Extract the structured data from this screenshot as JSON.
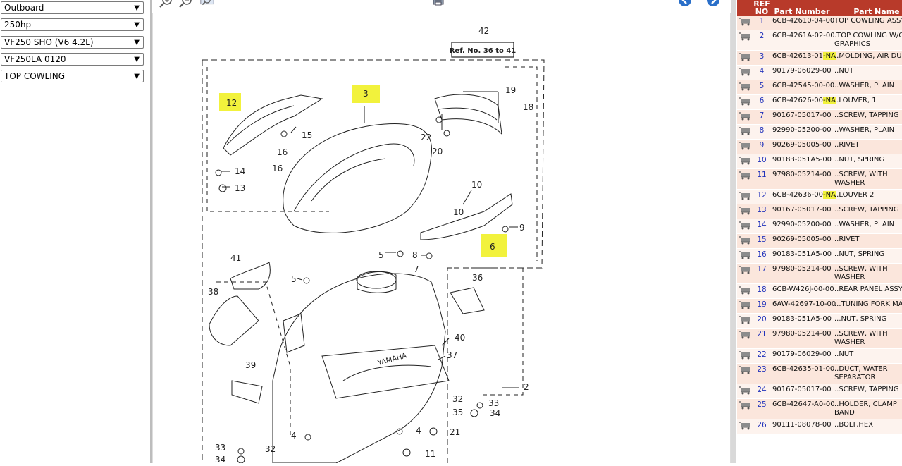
{
  "selects": [
    {
      "value": "Outboard"
    },
    {
      "value": "250hp"
    },
    {
      "value": "VF250 SHO (V6 4.2L)"
    },
    {
      "value": "VF250LA 0120"
    },
    {
      "value": "TOP COWLING"
    }
  ],
  "diagram": {
    "ref_label": "Ref. No. 36 to 41",
    "callouts": [
      "42",
      "12",
      "3",
      "19",
      "18",
      "15",
      "22",
      "16",
      "20",
      "16",
      "14",
      "13",
      "10",
      "10",
      "9",
      "6",
      "5",
      "8",
      "7",
      "41",
      "5",
      "36",
      "38",
      "40",
      "37",
      "39",
      "2",
      "32",
      "33",
      "34",
      "35",
      "4",
      "21",
      "11",
      "33",
      "32",
      "34",
      "4"
    ]
  },
  "table": {
    "headers": {
      "ref": "REF NO",
      "part_number": "Part Number",
      "part_name": "Part Name"
    },
    "rows": [
      {
        "ref": "1",
        "pn": "6CB-42610-04-00",
        "pn_suffix": "",
        "name": "TOP COWLING ASSY"
      },
      {
        "ref": "2",
        "pn": "6CB-4261A-02-00",
        "pn_suffix": "",
        "name": ".TOP COWLING W/O GRAPHICS"
      },
      {
        "ref": "3",
        "pn": "6CB-42613-01",
        "pn_suffix": "-NA",
        "name": "..MOLDING, AIR DUCT"
      },
      {
        "ref": "4",
        "pn": "90179-06029-00",
        "pn_suffix": "",
        "name": "..NUT"
      },
      {
        "ref": "5",
        "pn": "6CB-42545-00-00",
        "pn_suffix": "",
        "name": "..WASHER, PLAIN"
      },
      {
        "ref": "6",
        "pn": "6CB-42626-00",
        "pn_suffix": "-NA",
        "name": "..LOUVER, 1"
      },
      {
        "ref": "7",
        "pn": "90167-05017-00",
        "pn_suffix": "",
        "name": "..SCREW, TAPPING"
      },
      {
        "ref": "8",
        "pn": "92990-05200-00",
        "pn_suffix": "",
        "name": "..WASHER, PLAIN"
      },
      {
        "ref": "9",
        "pn": "90269-05005-00",
        "pn_suffix": "",
        "name": "..RIVET"
      },
      {
        "ref": "10",
        "pn": "90183-051A5-00",
        "pn_suffix": "",
        "name": "..NUT, SPRING"
      },
      {
        "ref": "11",
        "pn": "97980-05214-00",
        "pn_suffix": "",
        "name": "..SCREW, WITH WASHER"
      },
      {
        "ref": "12",
        "pn": "6CB-42636-00",
        "pn_suffix": "-NA",
        "name": "..LOUVER 2"
      },
      {
        "ref": "13",
        "pn": "90167-05017-00",
        "pn_suffix": "",
        "name": "..SCREW, TAPPING"
      },
      {
        "ref": "14",
        "pn": "92990-05200-00",
        "pn_suffix": "",
        "name": "..WASHER, PLAIN"
      },
      {
        "ref": "15",
        "pn": "90269-05005-00",
        "pn_suffix": "",
        "name": "..RIVET"
      },
      {
        "ref": "16",
        "pn": "90183-051A5-00",
        "pn_suffix": "",
        "name": "..NUT, SPRING"
      },
      {
        "ref": "17",
        "pn": "97980-05214-00",
        "pn_suffix": "",
        "name": "..SCREW, WITH WASHER"
      },
      {
        "ref": "18",
        "pn": "6CB-W426J-00-00",
        "pn_suffix": "",
        "name": "..REAR PANEL ASSY"
      },
      {
        "ref": "19",
        "pn": "6AW-42697-10-00",
        "pn_suffix": "",
        "name": "...TUNING FORK MARK"
      },
      {
        "ref": "20",
        "pn": "90183-051A5-00",
        "pn_suffix": "",
        "name": "...NUT, SPRING"
      },
      {
        "ref": "21",
        "pn": "97980-05214-00",
        "pn_suffix": "",
        "name": "..SCREW, WITH WASHER"
      },
      {
        "ref": "22",
        "pn": "90179-06029-00",
        "pn_suffix": "",
        "name": "..NUT"
      },
      {
        "ref": "23",
        "pn": "6CB-42635-01-00",
        "pn_suffix": "",
        "name": "..DUCT, WATER SEPARATOR"
      },
      {
        "ref": "24",
        "pn": "90167-05017-00",
        "pn_suffix": "",
        "name": "..SCREW, TAPPING"
      },
      {
        "ref": "25",
        "pn": "6CB-42647-A0-00",
        "pn_suffix": "",
        "name": "..HOLDER, CLAMP BAND"
      },
      {
        "ref": "26",
        "pn": "90111-08078-00",
        "pn_suffix": "",
        "name": "..BOLT,HEX"
      }
    ]
  },
  "colors": {
    "header_bg": "#b83a2a",
    "row_odd": "#fbe6dc",
    "row_even": "#fdf3ee",
    "highlight": "#f2f23c",
    "ref_link": "#2233bb"
  },
  "icons": [
    "zoom-in-icon",
    "zoom-out-icon",
    "zoom-fit-icon",
    "print-icon",
    "back-icon",
    "forward-icon",
    "cart-icon",
    "chevron-down-icon"
  ]
}
